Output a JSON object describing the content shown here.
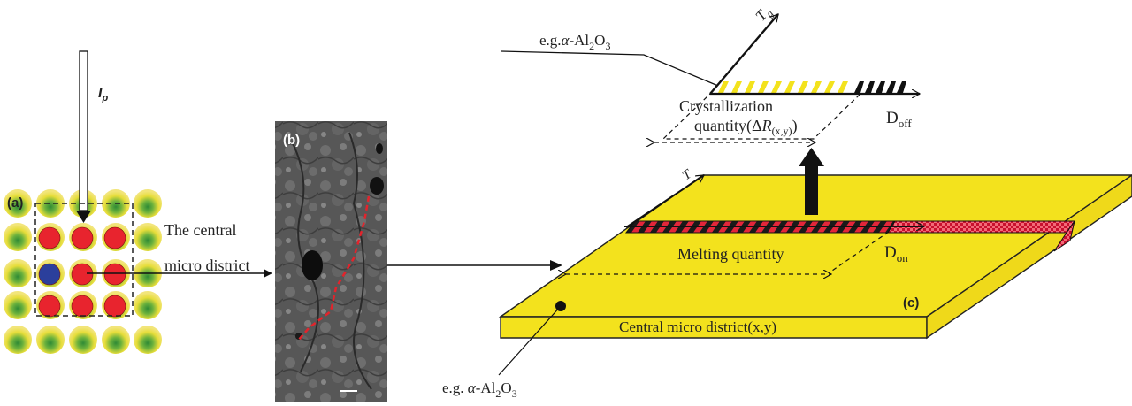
{
  "panel_a": {
    "letter": "(a)",
    "beam_symbol": "I",
    "beam_subscript": "p",
    "district_label_line1": "The central",
    "district_label_line2": "micro district"
  },
  "panel_b": {
    "letter": "(b)"
  },
  "panel_c": {
    "letter": "(c)",
    "block_label": "Central micro district(x,y)",
    "melting_label": "Melting quantity",
    "d_on_main": "D",
    "d_on_sub": "on",
    "t_axis_label": "T",
    "particle_label_prefix": "e.g. ",
    "particle_label_alpha": "α",
    "particle_label_rest": "-Al",
    "particle_label_sub1": "2",
    "particle_label_o": "O",
    "particle_label_sub2": "3"
  },
  "top_plane": {
    "pointer_prefix": "e.g.",
    "pointer_alpha": "α",
    "pointer_rest": "-Al",
    "pointer_sub1": "2",
    "pointer_o": "O",
    "pointer_sub2": "3",
    "cryst_line1": "Crystallization",
    "cryst_line2_prefix": "quantity(Δ",
    "cryst_line2_R": "R",
    "cryst_line2_sub": "(x,y)",
    "cryst_line2_close": ")",
    "t_axis_label": "T",
    "t_axis_sub": "g",
    "d_off_main": "D",
    "d_off_sub": "off"
  },
  "colors": {
    "yellow": "#f3e21d",
    "red": "#e8242e",
    "blue": "#2b3f9c",
    "green": "#3b9a3a",
    "black": "#111111"
  }
}
